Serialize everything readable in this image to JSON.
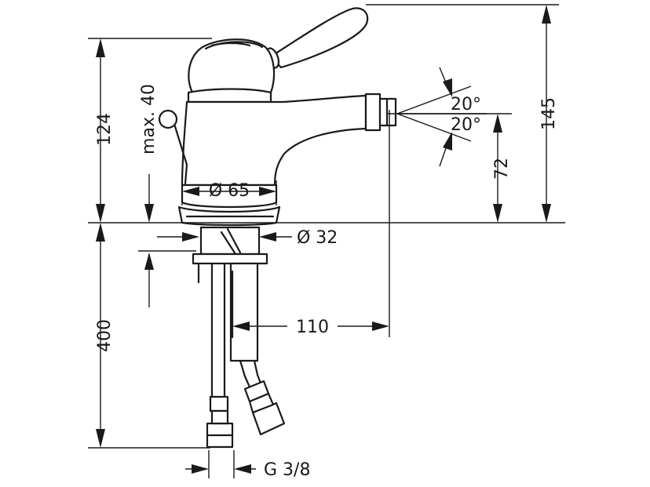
{
  "dimensions": {
    "height_total": "145",
    "height_body": "124",
    "lever_travel": "max. 40",
    "outlet_height": "72",
    "base_diameter": "Ø 65",
    "shank_diameter": "Ø 32",
    "projection": "110",
    "hose_length": "400",
    "thread": "G 3/8",
    "angle_up": "20°",
    "angle_down": "20°"
  },
  "colors": {
    "line": "#1a1a1a",
    "background": "#ffffff"
  }
}
